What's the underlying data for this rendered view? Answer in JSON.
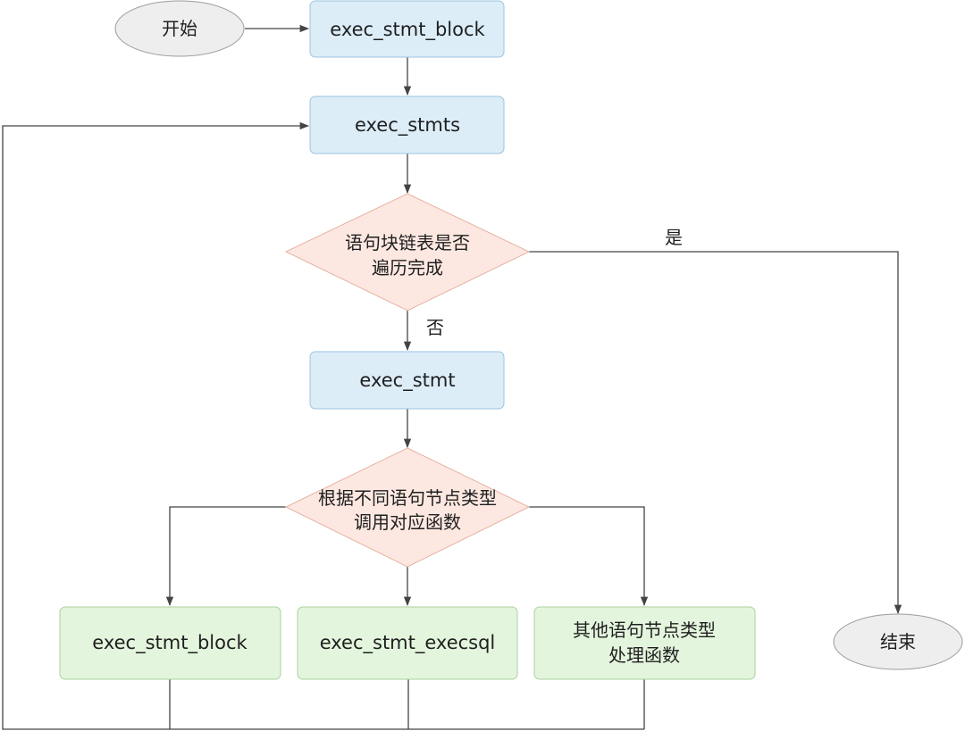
{
  "diagram": {
    "nodes": {
      "start": "开始",
      "exec_stmt_block_top": "exec_stmt_block",
      "exec_stmts": "exec_stmts",
      "decision_done_line1": "语句块链表是否",
      "decision_done_line2": "遍历完成",
      "exec_stmt": "exec_stmt",
      "decision_type_line1": "根据不同语句节点类型",
      "decision_type_line2": "调用对应函数",
      "exec_stmt_block_bottom": "exec_stmt_block",
      "exec_stmt_execsql": "exec_stmt_execsql",
      "other_line1": "其他语句节点类型",
      "other_line2": "处理函数",
      "end": "结束"
    },
    "edge_labels": {
      "yes": "是",
      "no": "否"
    },
    "colors": {
      "process_fill": "#dcedf8",
      "process_stroke": "#9dc3df",
      "decision_fill": "#fde8e1",
      "decision_stroke": "#e4b3a3",
      "handler_fill": "#e4f5de",
      "handler_stroke": "#a9d39c",
      "terminal_fill": "#eeeeee",
      "terminal_stroke": "#9c9c9c",
      "edge": "#444444"
    }
  }
}
